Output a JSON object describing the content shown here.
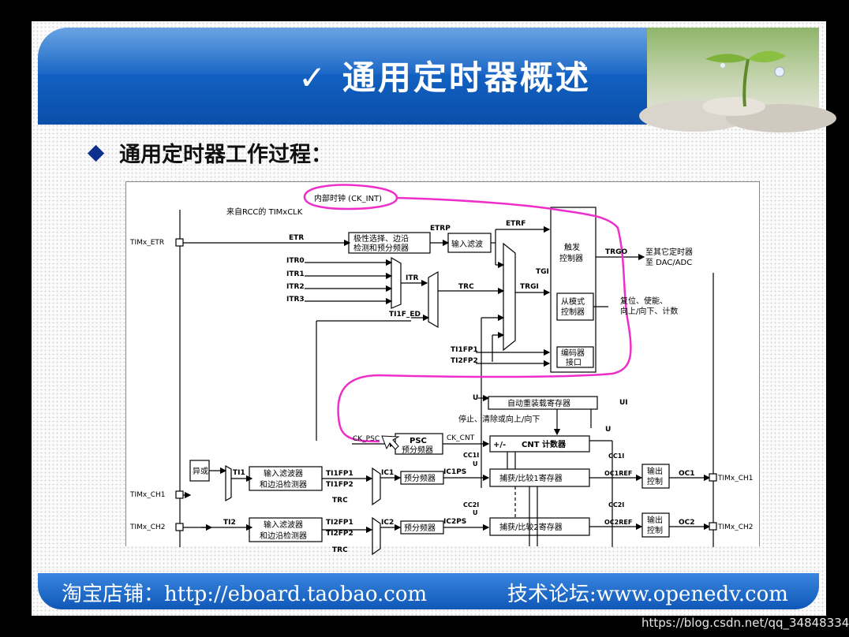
{
  "slide": {
    "title": "✓ 通用定时器概述",
    "subtitle": "通用定时器工作过程：",
    "footer_left": "淘宝店铺：http://eboard.taobao.com",
    "footer_right": "技术论坛:www.openedv.com",
    "watermark": "https://blog.csdn.net/qq_34848334"
  },
  "diagram": {
    "ck_int": "内部时钟 (CK_INT)",
    "rcc": "来自RCC的 TIMxCLK",
    "etr_pin": "TIMx_ETR",
    "etr": "ETR",
    "polarity_1": "极性选择、边沿",
    "polarity_2": "检测和预分频器",
    "etrp": "ETRP",
    "in_filter": "输入滤波",
    "etrf": "ETRF",
    "itr0": "ITR0",
    "itr1": "ITR1",
    "itr2": "ITR2",
    "itr3": "ITR3",
    "itr": "ITR",
    "trc": "TRC",
    "ti1f_ed": "TI1F_ED",
    "tgi": "TGI",
    "trgi": "TRGI",
    "trig_1": "触发",
    "trig_2": "控制器",
    "trgo": "TRGO",
    "to_timer": "至其它定时器",
    "to_dac": "至 DAC/ADC",
    "slave_1": "从模式",
    "slave_2": "控制器",
    "reset_1": "复位、使能、",
    "reset_2": "向上/向下、计数",
    "ti1fp1": "TI1FP1",
    "ti2fp2": "TI2FP2",
    "enc_1": "编码器",
    "enc_2": "接口",
    "u": "U",
    "arr": "自动重装载寄存器",
    "ui": "UI",
    "stop": "停止、清除或向上/向下",
    "ck_psc": "CK_PSC",
    "psc": "PSC",
    "psc_sub": "预分频器",
    "ck_cnt": "CK_CNT",
    "pm": "+/-",
    "cnt": "CNT 计数器",
    "xor": "异或",
    "ti1": "TI1",
    "ti2": "TI2",
    "filt_1": "输入滤波器",
    "filt_2": "和边沿检测器",
    "ti1fp1b": "TI1FP1",
    "ti1fp2": "TI1FP2",
    "ti2fp1": "TI2FP1",
    "ti2fp2b": "TI2FP2",
    "ic1": "IC1",
    "ic2": "IC2",
    "prescaler": "预分频器",
    "ic1ps": "IC1PS",
    "ic2ps": "IC2PS",
    "cc1i": "CC1I",
    "cc2i": "CC2I",
    "cap1": "捕获/比较1寄存器",
    "cap2": "捕获/比较2寄存器",
    "oc1ref": "OC1REF",
    "oc2ref": "OC2REF",
    "out_1": "输出",
    "out_2": "控制",
    "oc1": "OC1",
    "oc2": "OC2",
    "ch1": "TIMx_CH1",
    "ch2": "TIMx_CH2"
  }
}
